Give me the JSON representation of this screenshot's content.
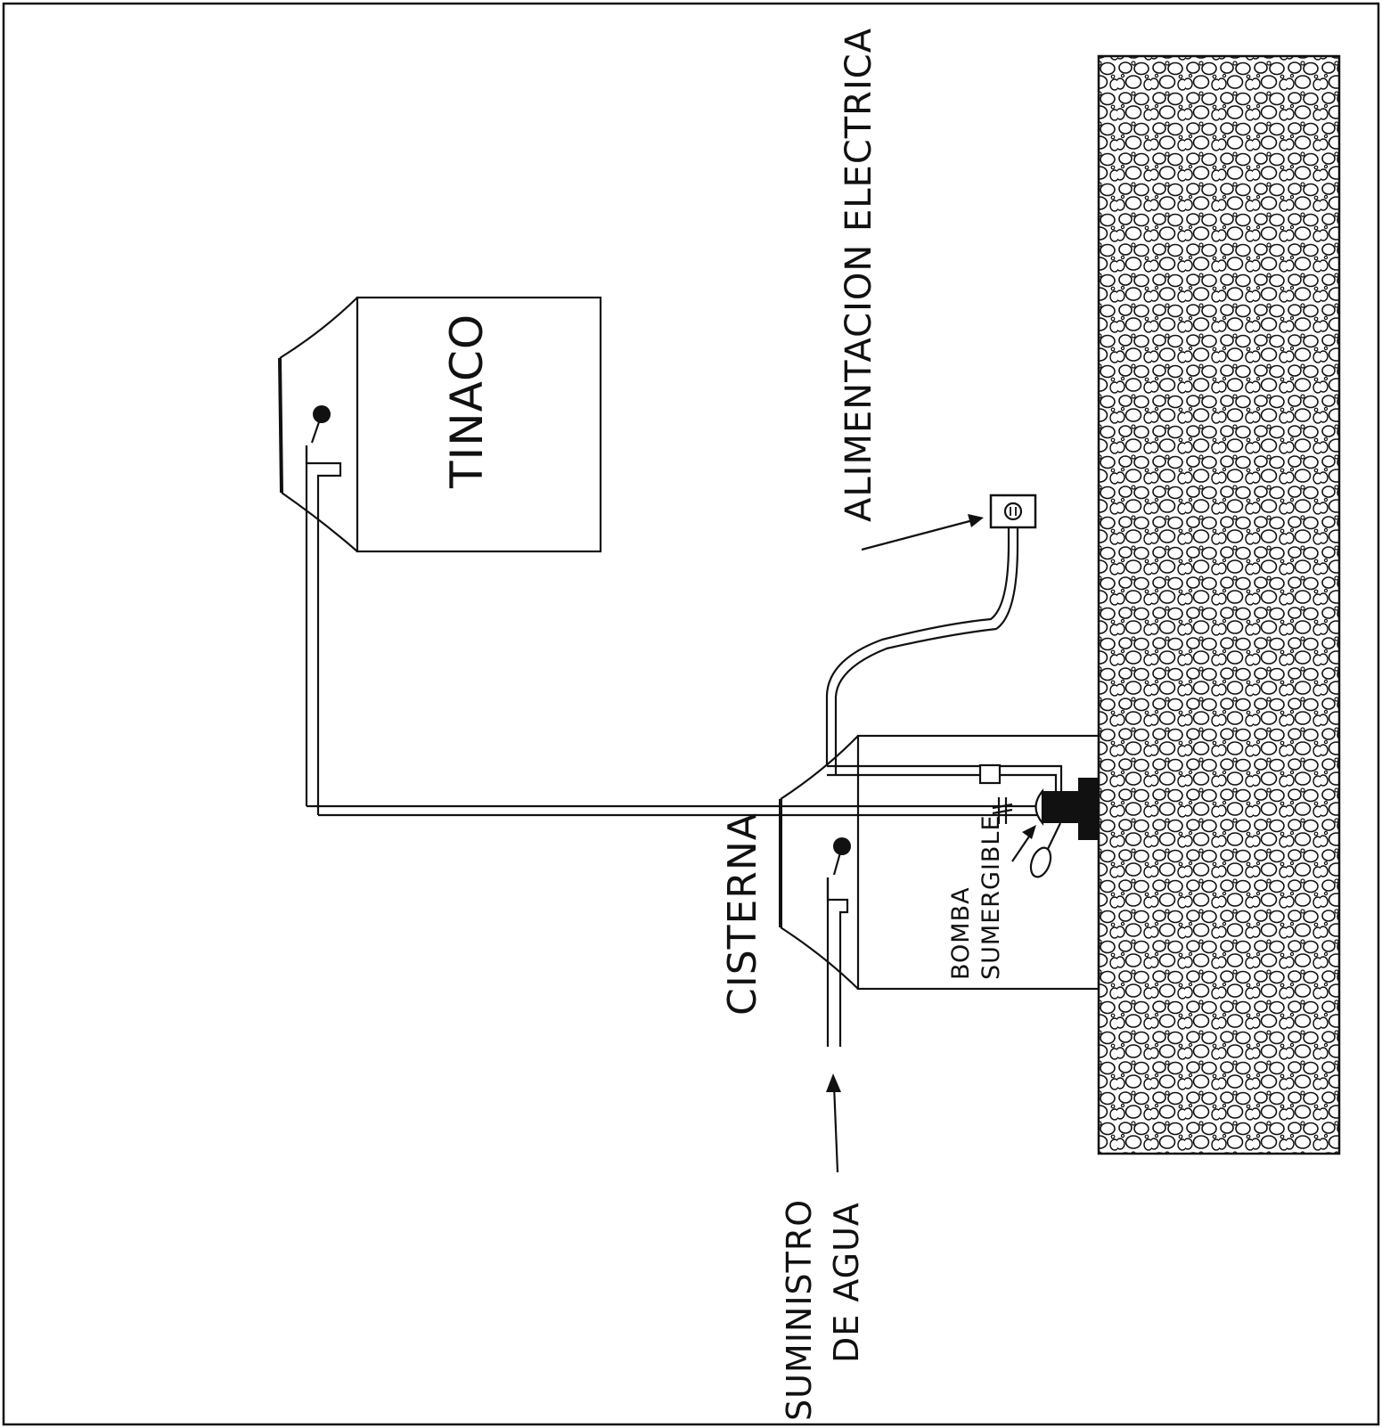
{
  "labels": {
    "tinaco": "TINACO",
    "alimentacion": "ALIMENTACION ELECTRICA",
    "cisterna": "CISTERNA",
    "bomba_line1": "BOMBA",
    "bomba_line2": "SUMERGIBLE",
    "suministro_line1": "SUMINISTRO",
    "suministro_line2": "DE AGUA"
  },
  "colors": {
    "ink": "#111111",
    "background": "#ffffff"
  }
}
